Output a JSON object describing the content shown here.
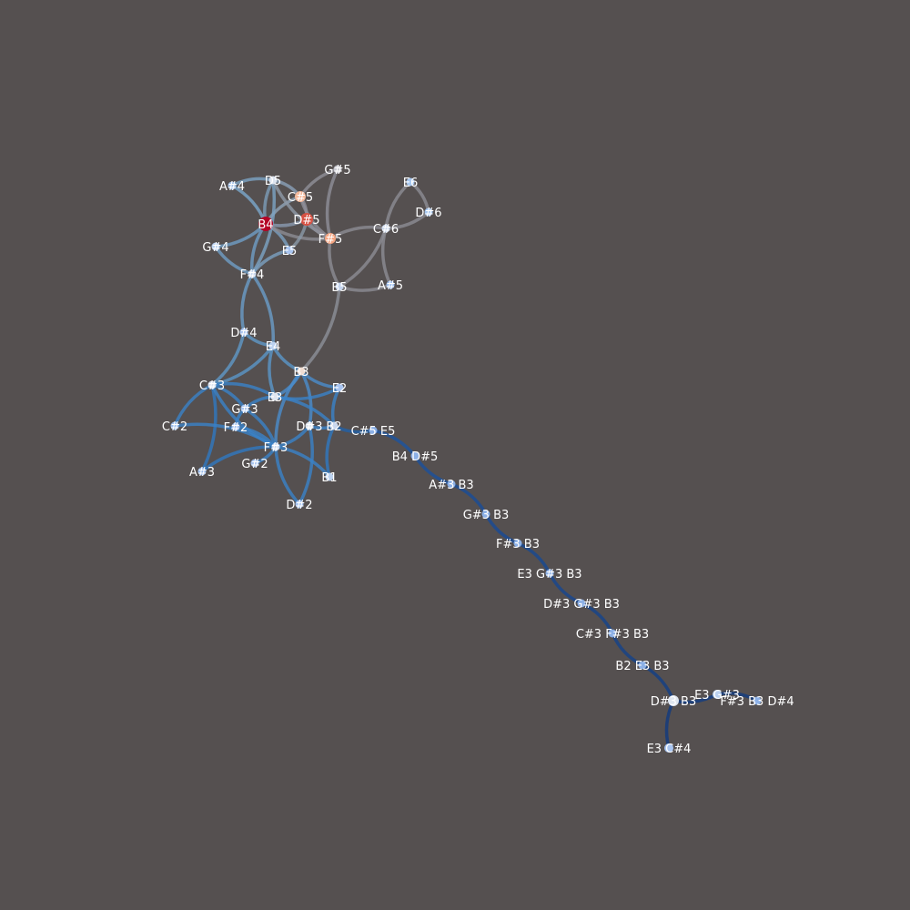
{
  "graph": {
    "background": "#555050",
    "nodes": [
      {
        "id": "D5",
        "label": "D5",
        "color": "#dce4f0"
      },
      {
        "id": "G#5",
        "label": "G#5",
        "color": "#c8c8d0"
      },
      {
        "id": "A#4",
        "label": "A#4",
        "color": "#a8c4e8"
      },
      {
        "id": "C#5",
        "label": "C#5",
        "color": "#f4b89a"
      },
      {
        "id": "E6",
        "label": "E6",
        "color": "#a8c8f0"
      },
      {
        "id": "D#6",
        "label": "D#6",
        "color": "#a8c8f0"
      },
      {
        "id": "B4",
        "label": "B4",
        "color": "#b40426"
      },
      {
        "id": "D#5",
        "label": "D#5",
        "color": "#d65244"
      },
      {
        "id": "C#6",
        "label": "C#6",
        "color": "#cdd9ec"
      },
      {
        "id": "F#5",
        "label": "F#5",
        "color": "#f5a582"
      },
      {
        "id": "G#4",
        "label": "G#4",
        "color": "#bcd2f0"
      },
      {
        "id": "E5",
        "label": "E5",
        "color": "#a8c4f0"
      },
      {
        "id": "F#4",
        "label": "F#4",
        "color": "#cad8ee"
      },
      {
        "id": "B5",
        "label": "B5",
        "color": "#c4d4ee"
      },
      {
        "id": "A#5",
        "label": "A#5",
        "color": "#9ebeec"
      },
      {
        "id": "D#4",
        "label": "D#4",
        "color": "#a8c4f0"
      },
      {
        "id": "E4",
        "label": "E4",
        "color": "#bcd2f0"
      },
      {
        "id": "B3",
        "label": "B3",
        "color": "#f0ddd2"
      },
      {
        "id": "C#3",
        "label": "C#3",
        "color": "#dbe3f0"
      },
      {
        "id": "E2",
        "label": "E2",
        "color": "#a8c4f0"
      },
      {
        "id": "E3",
        "label": "E3",
        "color": "#dfe6f0"
      },
      {
        "id": "G#3",
        "label": "G#3",
        "color": "#a8c4f0"
      },
      {
        "id": "C#2",
        "label": "C#2",
        "color": "#9ebeec"
      },
      {
        "id": "F#2",
        "label": "F#2",
        "color": "#a8c4f0"
      },
      {
        "id": "D#3",
        "label": "D#3",
        "color": "#dfe6f0"
      },
      {
        "id": "B2",
        "label": "B2",
        "color": "#cad8ee"
      },
      {
        "id": "C#5 E5",
        "label": "C#5 E5",
        "color": "#8cb0e6"
      },
      {
        "id": "F#3",
        "label": "F#3",
        "color": "#cad8ee"
      },
      {
        "id": "A#3",
        "label": "A#3",
        "color": "#9ebeec"
      },
      {
        "id": "G#2",
        "label": "G#2",
        "color": "#a8c4f0"
      },
      {
        "id": "B1",
        "label": "B1",
        "color": "#bcd2f0"
      },
      {
        "id": "B4 D#5",
        "label": "B4 D#5",
        "color": "#8cb0e6"
      },
      {
        "id": "D#2",
        "label": "D#2",
        "color": "#a8c4f0"
      },
      {
        "id": "A#3 B3",
        "label": "A#3 B3",
        "color": "#8cb0e6"
      },
      {
        "id": "G#3 B3",
        "label": "G#3 B3",
        "color": "#8cb0e6"
      },
      {
        "id": "F#3 B3",
        "label": "F#3 B3",
        "color": "#8cb0e6"
      },
      {
        "id": "E3 G#3 B3",
        "label": "E3 G#3 B3",
        "color": "#8cb0e6"
      },
      {
        "id": "D#3 G#3 B3",
        "label": "D#3 G#3 B3",
        "color": "#8cb0e6"
      },
      {
        "id": "C#3 F#3 B3",
        "label": "C#3 F#3 B3",
        "color": "#8cb0e6"
      },
      {
        "id": "B2 E3 B3",
        "label": "B2 E3 B3",
        "color": "#8cb0e6"
      },
      {
        "id": "D#3 B3",
        "label": "D#3 B3",
        "color": "#dfe6f0"
      },
      {
        "id": "E3 G#3",
        "label": "E3 G#3",
        "color": "#bcd2f0"
      },
      {
        "id": "F#3 B3 D#4",
        "label": "F#3 B3 D#4",
        "color": "#8cb0e6"
      },
      {
        "id": "E3 C#4",
        "label": "E3 C#4",
        "color": "#a8c4f0"
      }
    ],
    "edges": [
      {
        "from": "B4",
        "to": "D5",
        "color": "#7c9cb8"
      },
      {
        "from": "B4",
        "to": "A#4",
        "color": "#7aa8cc"
      },
      {
        "from": "B4",
        "to": "C#5",
        "color": "#8fa4b8"
      },
      {
        "from": "B4",
        "to": "D#5",
        "color": "#8a9ab0"
      },
      {
        "from": "B4",
        "to": "G#4",
        "color": "#6f9ec6"
      },
      {
        "from": "B4",
        "to": "F#4",
        "color": "#6f9ec6"
      },
      {
        "from": "B4",
        "to": "E5",
        "color": "#7aa0c0"
      },
      {
        "from": "B4",
        "to": "F#5",
        "color": "#8c8c94"
      },
      {
        "from": "D5",
        "to": "C#5",
        "color": "#8aa0b8"
      },
      {
        "from": "D5",
        "to": "A#4",
        "color": "#7ca4c4"
      },
      {
        "from": "D5",
        "to": "F#4",
        "color": "#7ca4c4"
      },
      {
        "from": "D5",
        "to": "F#5",
        "color": "#8f9aa8"
      },
      {
        "from": "C#5",
        "to": "D#5",
        "color": "#8f8f98"
      },
      {
        "from": "C#5",
        "to": "F#5",
        "color": "#8f8f98"
      },
      {
        "from": "C#5",
        "to": "G#5",
        "color": "#909098"
      },
      {
        "from": "D#5",
        "to": "F#5",
        "color": "#8f8f98"
      },
      {
        "from": "D#5",
        "to": "E5",
        "color": "#8a98a8"
      },
      {
        "from": "G#5",
        "to": "F#5",
        "color": "#8f8f98"
      },
      {
        "from": "F#5",
        "to": "C#6",
        "color": "#8c8c94"
      },
      {
        "from": "F#5",
        "to": "B5",
        "color": "#8c8c94"
      },
      {
        "from": "C#6",
        "to": "E6",
        "color": "#8c8c94"
      },
      {
        "from": "C#6",
        "to": "D#6",
        "color": "#8c8c94"
      },
      {
        "from": "E6",
        "to": "D#6",
        "color": "#8c8c94"
      },
      {
        "from": "C#6",
        "to": "A#5",
        "color": "#8c8c94"
      },
      {
        "from": "C#6",
        "to": "B5",
        "color": "#8c8c94"
      },
      {
        "from": "B5",
        "to": "A#5",
        "color": "#8c8c94"
      },
      {
        "from": "B5",
        "to": "B3",
        "color": "#8c9098"
      },
      {
        "from": "G#4",
        "to": "F#4",
        "color": "#6f9ec6"
      },
      {
        "from": "F#4",
        "to": "E5",
        "color": "#7aa0c0"
      },
      {
        "from": "F#4",
        "to": "D#4",
        "color": "#6a9cc8"
      },
      {
        "from": "F#4",
        "to": "E4",
        "color": "#6a9cc8"
      },
      {
        "from": "D#4",
        "to": "E4",
        "color": "#5f98c8"
      },
      {
        "from": "D#4",
        "to": "C#3",
        "color": "#5f98c8"
      },
      {
        "from": "E4",
        "to": "B3",
        "color": "#5a96c8"
      },
      {
        "from": "E4",
        "to": "C#3",
        "color": "#5a96c8"
      },
      {
        "from": "E4",
        "to": "E3",
        "color": "#5a96c8"
      },
      {
        "from": "B3",
        "to": "E3",
        "color": "#4a8ccc"
      },
      {
        "from": "B3",
        "to": "E2",
        "color": "#4a8ccc"
      },
      {
        "from": "B3",
        "to": "D#3",
        "color": "#4a8ccc"
      },
      {
        "from": "B3",
        "to": "F#3",
        "color": "#4a8ccc"
      },
      {
        "from": "C#3",
        "to": "E3",
        "color": "#3a82c8"
      },
      {
        "from": "C#3",
        "to": "C#2",
        "color": "#3a82c8"
      },
      {
        "from": "C#3",
        "to": "A#3",
        "color": "#2f78c0"
      },
      {
        "from": "C#3",
        "to": "F#3",
        "color": "#3a82c8"
      },
      {
        "from": "C#3",
        "to": "G#3",
        "color": "#3a82c8"
      },
      {
        "from": "E3",
        "to": "G#3",
        "color": "#3a82c8"
      },
      {
        "from": "E3",
        "to": "B2",
        "color": "#3a82c8"
      },
      {
        "from": "E3",
        "to": "E2",
        "color": "#3a82c8"
      },
      {
        "from": "G#3",
        "to": "F#3",
        "color": "#3a82c8"
      },
      {
        "from": "G#3",
        "to": "F#2",
        "color": "#3a82c8"
      },
      {
        "from": "F#2",
        "to": "F#3",
        "color": "#3a82c8"
      },
      {
        "from": "F#3",
        "to": "D#3",
        "color": "#3a82c8"
      },
      {
        "from": "F#3",
        "to": "G#2",
        "color": "#3a82c8"
      },
      {
        "from": "F#3",
        "to": "D#2",
        "color": "#3a82c8"
      },
      {
        "from": "F#3",
        "to": "B1",
        "color": "#3a82c8"
      },
      {
        "from": "F#3",
        "to": "A#3",
        "color": "#2f78c0"
      },
      {
        "from": "C#2",
        "to": "F#3",
        "color": "#3a82c8"
      },
      {
        "from": "D#3",
        "to": "B2",
        "color": "#3a82c8"
      },
      {
        "from": "D#3",
        "to": "D#2",
        "color": "#3a82c8"
      },
      {
        "from": "B2",
        "to": "B1",
        "color": "#2f78c0"
      },
      {
        "from": "B2",
        "to": "E2",
        "color": "#3a82c8"
      },
      {
        "from": "B2",
        "to": "C#5 E5",
        "color": "#2060a8"
      },
      {
        "from": "C#5 E5",
        "to": "B4 D#5",
        "color": "#1c54a0"
      },
      {
        "from": "B4 D#5",
        "to": "A#3 B3",
        "color": "#1a509c"
      },
      {
        "from": "A#3 B3",
        "to": "G#3 B3",
        "color": "#184c98"
      },
      {
        "from": "G#3 B3",
        "to": "F#3 B3",
        "color": "#184a96"
      },
      {
        "from": "F#3 B3",
        "to": "E3 G#3 B3",
        "color": "#164892"
      },
      {
        "from": "E3 G#3 B3",
        "to": "D#3 G#3 B3",
        "color": "#164690"
      },
      {
        "from": "D#3 G#3 B3",
        "to": "C#3 F#3 B3",
        "color": "#14448c"
      },
      {
        "from": "C#3 F#3 B3",
        "to": "B2 E3 B3",
        "color": "#14428a"
      },
      {
        "from": "B2 E3 B3",
        "to": "D#3 B3",
        "color": "#123f86"
      },
      {
        "from": "D#3 B3",
        "to": "E3 G#3",
        "color": "#123c82"
      },
      {
        "from": "E3 G#3",
        "to": "F#3 B3 D#4",
        "color": "#123c82"
      },
      {
        "from": "D#3 B3",
        "to": "E3 C#4",
        "color": "#103a80"
      }
    ]
  }
}
